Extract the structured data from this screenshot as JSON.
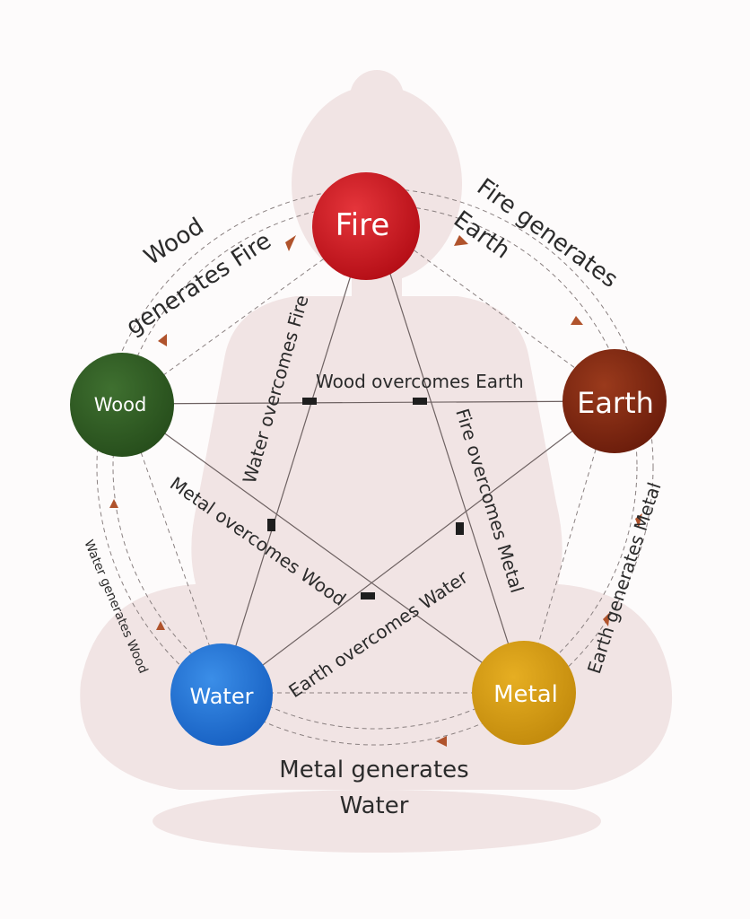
{
  "elements": {
    "fire": "Fire",
    "earth": "Earth",
    "metal": "Metal",
    "water": "Water",
    "wood": "Wood"
  },
  "generating": {
    "wood_fire_line1": "Wood",
    "wood_fire_line2": "generates Fire",
    "fire_earth_line1": "Fire generates",
    "fire_earth_line2": "Earth",
    "earth_metal": "Earth generates Metal",
    "metal_water_line1": "Metal generates",
    "metal_water_line2": "Water",
    "water_wood": "Water generates Wood"
  },
  "overcoming": {
    "water_fire": "Water overcomes Fire",
    "wood_earth": "Wood overcomes Earth",
    "fire_metal": "Fire overcomes Metal",
    "metal_wood": "Metal overcomes Wood",
    "earth_water": "Earth overcomes Water"
  },
  "colors": {
    "fire": "#c8121a",
    "earth": "#7a2310",
    "metal": "#d49a12",
    "water": "#1f74d6",
    "wood": "#2f5b22",
    "arrow": "#b0532c",
    "line": "#6e6262",
    "silhouette": "#f1e4e4"
  }
}
